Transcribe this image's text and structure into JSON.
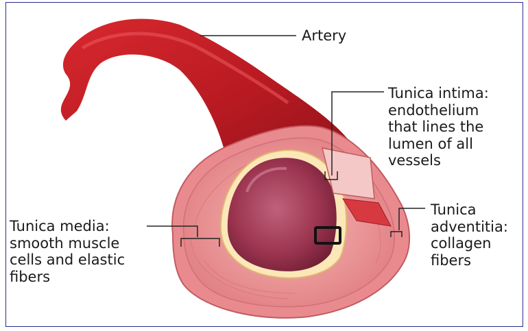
{
  "diagram": {
    "labels": {
      "artery": "Artery",
      "tunica_intima": "Tunica intima:\nendothelium\nthat lines the\nlumen of all\nvessels",
      "tunica_media": "Tunica media:\nsmooth muscle\ncells and elastic\nfibers",
      "tunica_adventitia": "Tunica\nadventitia:\ncollagen\nfibers"
    },
    "colors": {
      "vessel_red": "#c8202a",
      "vessel_dark": "#8e1218",
      "wall_pink": "#e98a8e",
      "lumen": "#9c3550",
      "frame_border": "#2a2a8c",
      "highlight_box": "#111111"
    }
  }
}
